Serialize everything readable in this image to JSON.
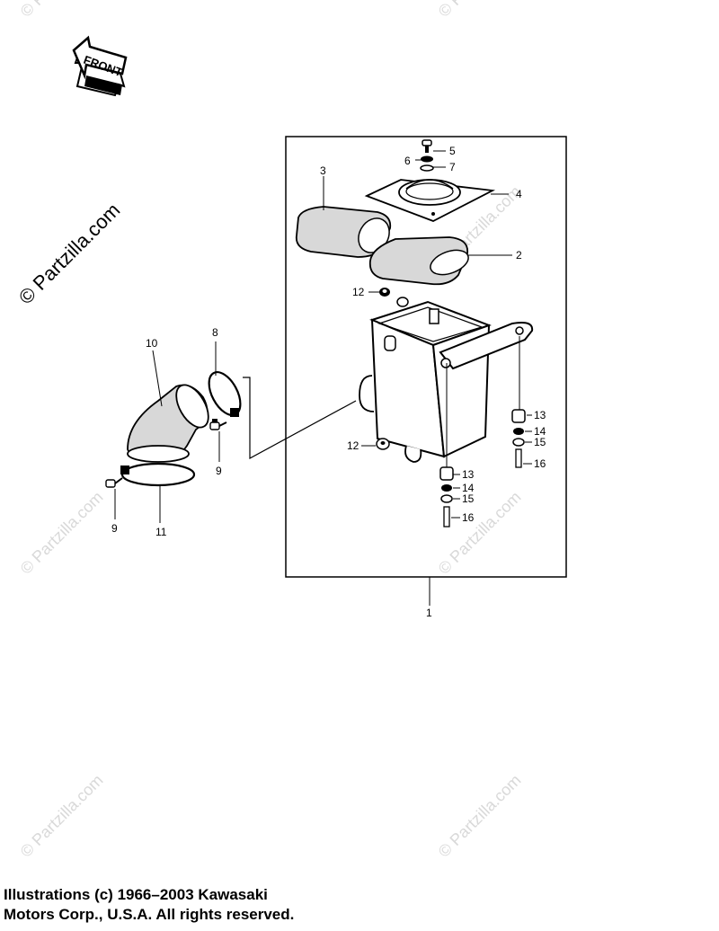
{
  "front_indicator": {
    "label": "FRONT"
  },
  "watermark": {
    "text": "© Partzilla.com"
  },
  "callouts": {
    "c1": "1",
    "c2": "2",
    "c3": "3",
    "c4": "4",
    "c5": "5",
    "c6": "6",
    "c7": "7",
    "c8": "8",
    "c9a": "9",
    "c9b": "9",
    "c10": "10",
    "c11": "11",
    "c12a": "12",
    "c12b": "12",
    "c13a": "13",
    "c13b": "13",
    "c14a": "14",
    "c14b": "14",
    "c15a": "15",
    "c15b": "15",
    "c16a": "16",
    "c16b": "16"
  },
  "copyright": {
    "line1": "Illustrations (c) 1966–2003 Kawasaki",
    "line2": "Motors Corp., U.S.A.  All rights reserved."
  }
}
